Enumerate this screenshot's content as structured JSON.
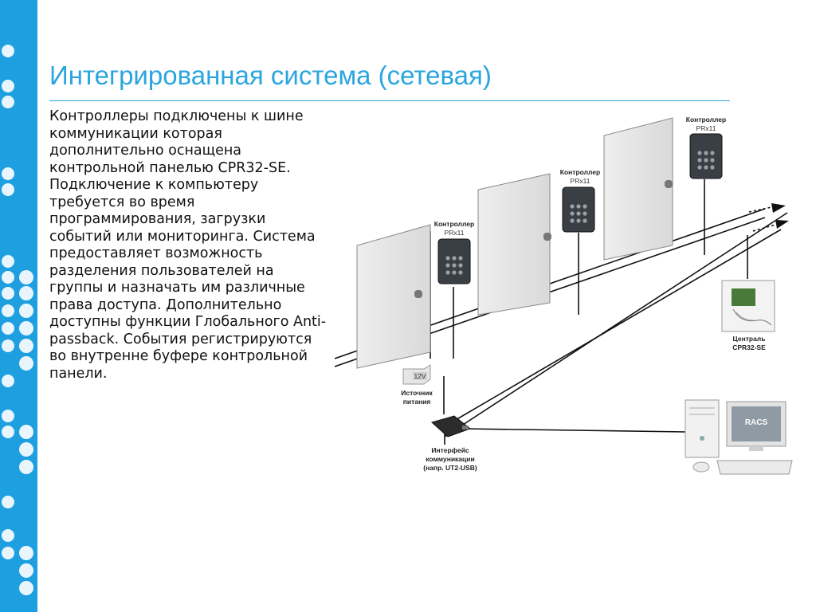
{
  "title": "Интегрированная система (сетевая)",
  "body_text": "Контроллеры подключены к шине коммуникации которая дополнительно оснащена контрольной панелью CPR32-SE. Подключение к компьютеру требуется во время программирования, загрузки событий или мониторинга. Система предоставляет возможность разделения пользователей на группы и назначать им различные права доступа. Дополнительно доступны функции Глобального Anti-passback. События регистрируются во внутренне буфере контрольной панели.",
  "diagram": {
    "controllers": [
      {
        "label": "Контроллер",
        "model": "PRx11"
      },
      {
        "label": "Контроллер",
        "model": "PRx11"
      },
      {
        "label": "Контроллер",
        "model": "PRx11"
      }
    ],
    "power_supply": {
      "badge": "12V",
      "label_line1": "Источник",
      "label_line2": "питания"
    },
    "central": {
      "label_line1": "Централь",
      "label_line2": "CPR32-SE"
    },
    "interface": {
      "label_line1": "Интерфейс",
      "label_line2": "коммуникации",
      "label_line3": "(напр. UT2-USB)"
    },
    "monitor_text": "RACS"
  },
  "colors": {
    "accent": "#1d9fe0",
    "title": "#2aa6df"
  }
}
